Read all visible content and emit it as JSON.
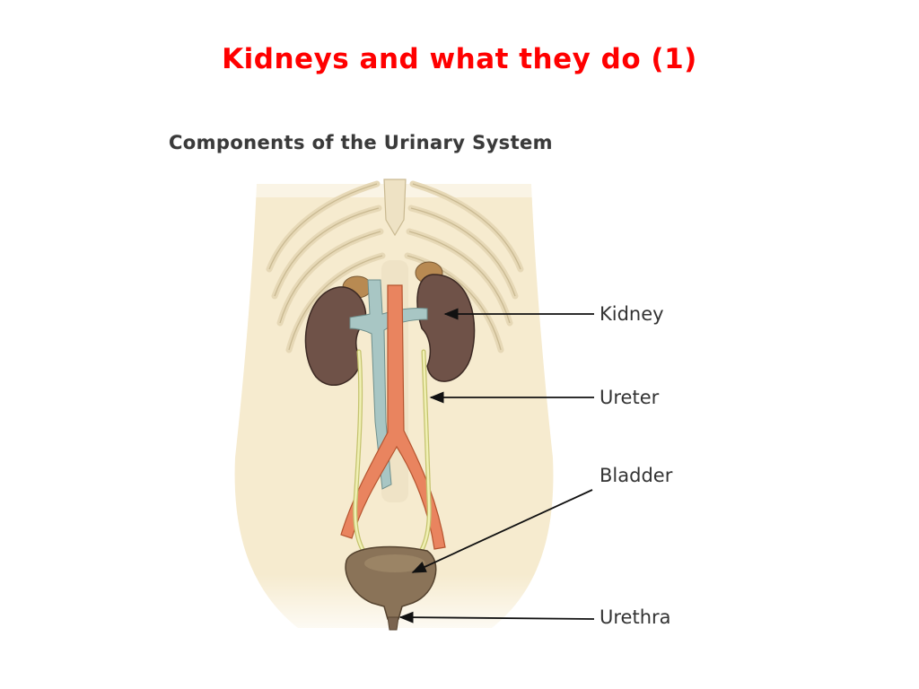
{
  "slide": {
    "title": "Kidneys and what they do (1)"
  },
  "diagram": {
    "title": "Components of the Urinary System",
    "labels": {
      "kidney": "Kidney",
      "ureter": "Ureter",
      "bladder": "Bladder",
      "urethra": "Urethra"
    }
  },
  "colors": {
    "title": "#ff0000",
    "skin": "#f6ebcf",
    "kidney": "#6f5248",
    "aorta": "#e9845f",
    "vena_cava": "#a8c6c4",
    "ureter": "#eeeea8",
    "bladder": "#8a7358",
    "adrenal": "#b88a52",
    "rib": "#e8dcbc"
  }
}
